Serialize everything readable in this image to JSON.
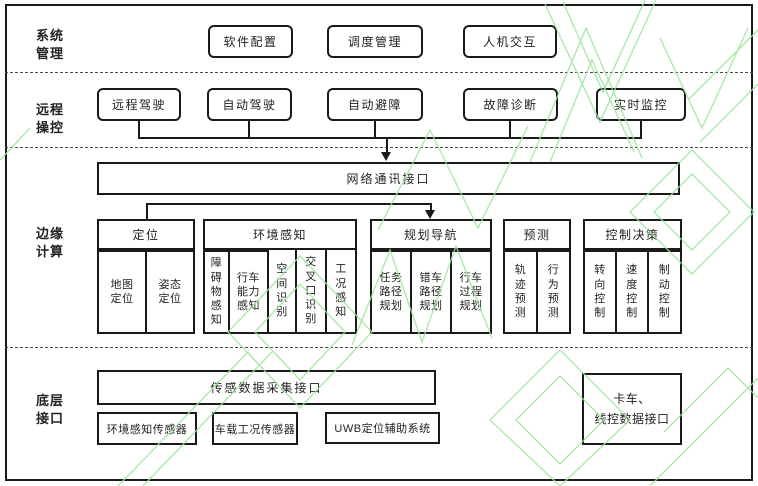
{
  "diagram": {
    "row_system": {
      "label": "系统\n管理",
      "boxes": [
        {
          "label": "软件配置"
        },
        {
          "label": "调度管理"
        },
        {
          "label": "人机交互"
        }
      ]
    },
    "row_remote": {
      "label": "远程\n操控",
      "boxes": [
        {
          "label": "远程驾驶"
        },
        {
          "label": "自动驾驶"
        },
        {
          "label": "自动避障"
        },
        {
          "label": "故障诊断"
        },
        {
          "label": "实时监控"
        }
      ]
    },
    "network_bar": {
      "label": "网络通讯接口"
    },
    "row_edge": {
      "label": "边缘\n计算",
      "sections": [
        {
          "header": "定位",
          "items": [
            "地图\n定位",
            "姿态\n定位"
          ]
        },
        {
          "header": "环境感知",
          "items": [
            "障\n碍\n物\n感\n知",
            "行车\n能力\n感知",
            "空\n间\n识\n别",
            "交\n叉\n口\n识\n别",
            "工\n况\n感\n知"
          ]
        },
        {
          "header": "规划导航",
          "items": [
            "任务\n路径\n规划",
            "错车\n路径\n规划",
            "行车\n过程\n规划"
          ]
        },
        {
          "header": "预测",
          "items": [
            "轨\n迹\n预\n测",
            "行\n为\n预\n测"
          ]
        },
        {
          "header": "控制决策",
          "items": [
            "转\n向\n控\n制",
            "速\n度\n控\n制",
            "制\n动\n控\n制"
          ]
        }
      ]
    },
    "row_bottom": {
      "label": "底层\n接口",
      "bar": "传感数据采集接口",
      "boxes": [
        "环境感知传感器",
        "车载工况传感器",
        "UWB定位辅助系统"
      ],
      "side_box": "卡车、\n线控数据接口"
    },
    "colors": {
      "line": "#1a1a1a",
      "dashed": "#4a4a4a",
      "watermark": "#9de69d"
    }
  }
}
